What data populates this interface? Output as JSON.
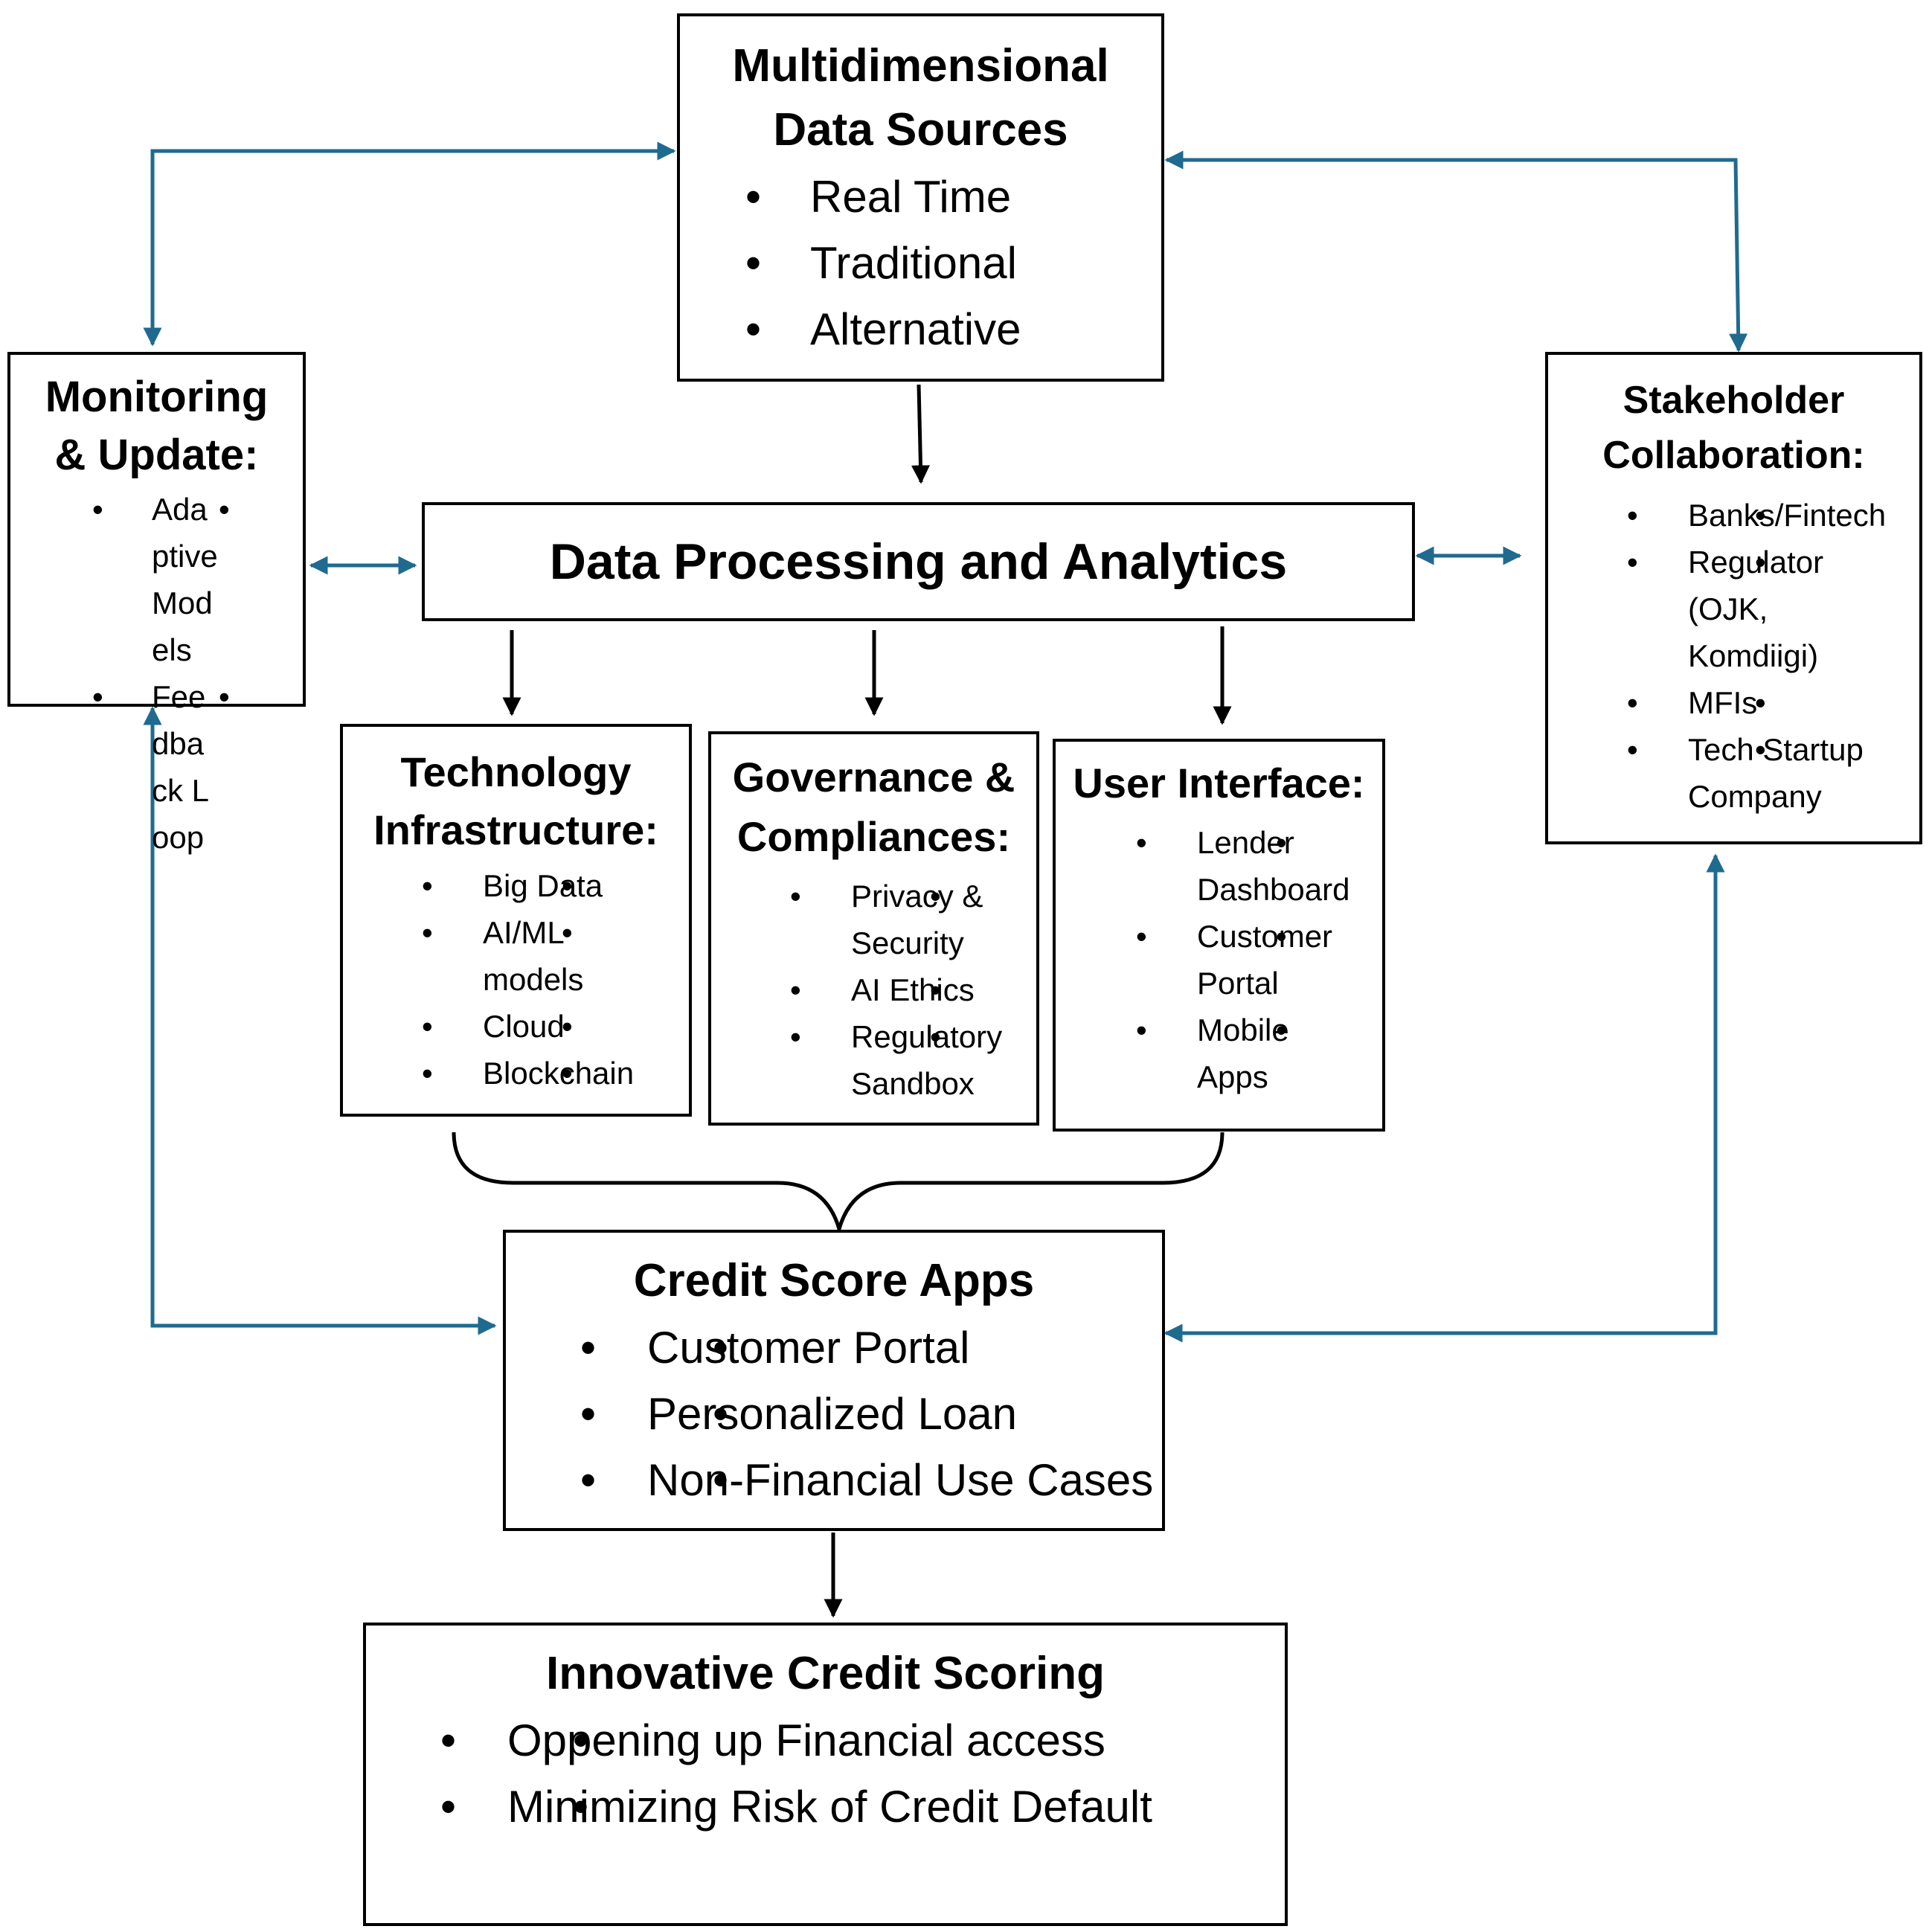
{
  "colors": {
    "box_border": "#000000",
    "feedback_arrows": "#1f6b8f",
    "flow_arrows": "#000000"
  },
  "data_sources": {
    "title_line1": "Multidimensional",
    "title_line2": "Data Sources",
    "items": [
      "Real Time",
      "Traditional",
      "Alternative"
    ]
  },
  "processing": {
    "title": "Data Processing and Analytics"
  },
  "monitoring": {
    "title_line1": "Monitoring",
    "title_line2": "& Update:",
    "items": [
      "Adaptive Models",
      "Feedback Loop"
    ]
  },
  "stakeholder": {
    "title_line1": "Stakeholder",
    "title_line2": "Collaboration:",
    "items": [
      "Banks/Fintech",
      "Regulator (OJK, Komdiigi)",
      "MFIs",
      "Tech Startup Company"
    ]
  },
  "technology": {
    "title_line1": "Technology",
    "title_line2": "Infrastructure:",
    "items": [
      "Big Data",
      "AI/ML models",
      "Cloud",
      "Blockchain"
    ]
  },
  "governance": {
    "title_line1": "Governance &",
    "title_line2": "Compliances:",
    "items": [
      "Privacy & Security",
      "AI Ethics",
      "Regulatory Sandbox"
    ]
  },
  "user_interface": {
    "title": "User Interface:",
    "items": [
      "Lender Dashboard",
      "Customer Portal",
      "Mobile Apps"
    ]
  },
  "credit_apps": {
    "title": "Credit Score Apps",
    "items": [
      "Customer Portal",
      "Personalized Loan",
      "Non-Financial Use Cases"
    ]
  },
  "innovative": {
    "title": "Innovative Credit Scoring",
    "items": [
      "Oppening up Financial access",
      "Minimizing Risk of Credit Default"
    ]
  }
}
